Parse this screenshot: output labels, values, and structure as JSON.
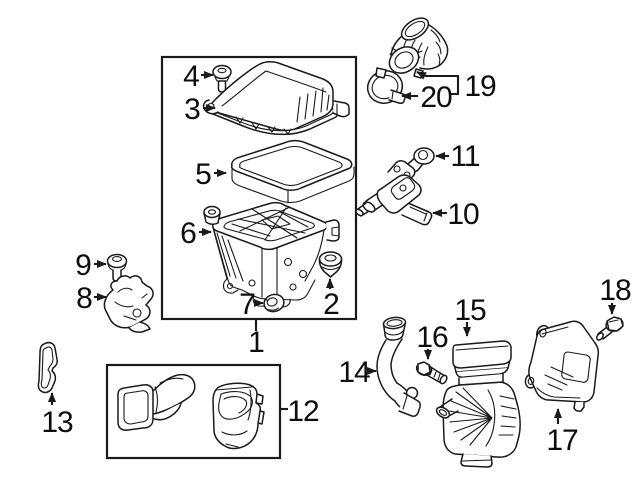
{
  "diagram": {
    "description_label": "exploded-parts-diagram",
    "background_color": "#ffffff",
    "line_color": "#1a1a1a",
    "callouts": {
      "1": "1",
      "2": "2",
      "3": "3",
      "4": "4",
      "5": "5",
      "6": "6",
      "7": "7",
      "8": "8",
      "9": "9",
      "10": "10",
      "11": "11",
      "12": "12",
      "13": "13",
      "14": "14",
      "15": "15",
      "16": "16",
      "17": "17",
      "18": "18",
      "19": "19",
      "20": "20"
    }
  }
}
